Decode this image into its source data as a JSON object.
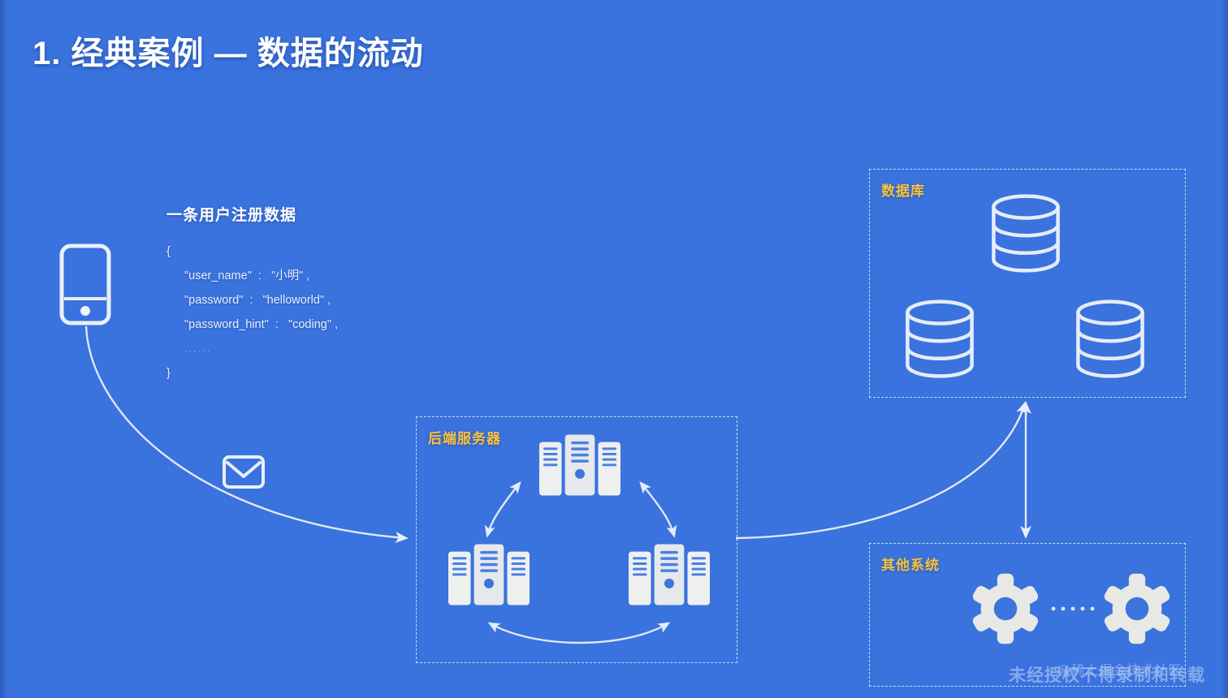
{
  "slide": {
    "title": "1. 经典案例 — 数据的流动",
    "background_color": "#3a72de",
    "accent_color": "#f5c242",
    "line_color": "#e7efff"
  },
  "payload": {
    "caption": "一条用户注册数据",
    "lines": [
      "{",
      "\"user_name\"  :   \"小明\" ,",
      "\"password\"  :   \"helloworld\" ,",
      "\"password_hint\"  :   \"coding\" ,",
      "......",
      "}"
    ]
  },
  "nodes": {
    "device": {
      "icon": "mobile-phone-icon",
      "label": ""
    },
    "message": {
      "icon": "envelope-icon",
      "label": ""
    },
    "database_box": {
      "label": "数据库",
      "icon": "database-cylinder-icon",
      "count": 3
    },
    "server_box": {
      "label": "后端服务器",
      "icon": "server-rack-icon",
      "count": 3
    },
    "other_box": {
      "label": "其他系统",
      "icon": "gear-icon",
      "count": 2,
      "connector": "dotted-ellipsis"
    }
  },
  "watermark": {
    "handle": "@稀土掘金技术社区",
    "notice": "未经授权不得录制和转载"
  }
}
